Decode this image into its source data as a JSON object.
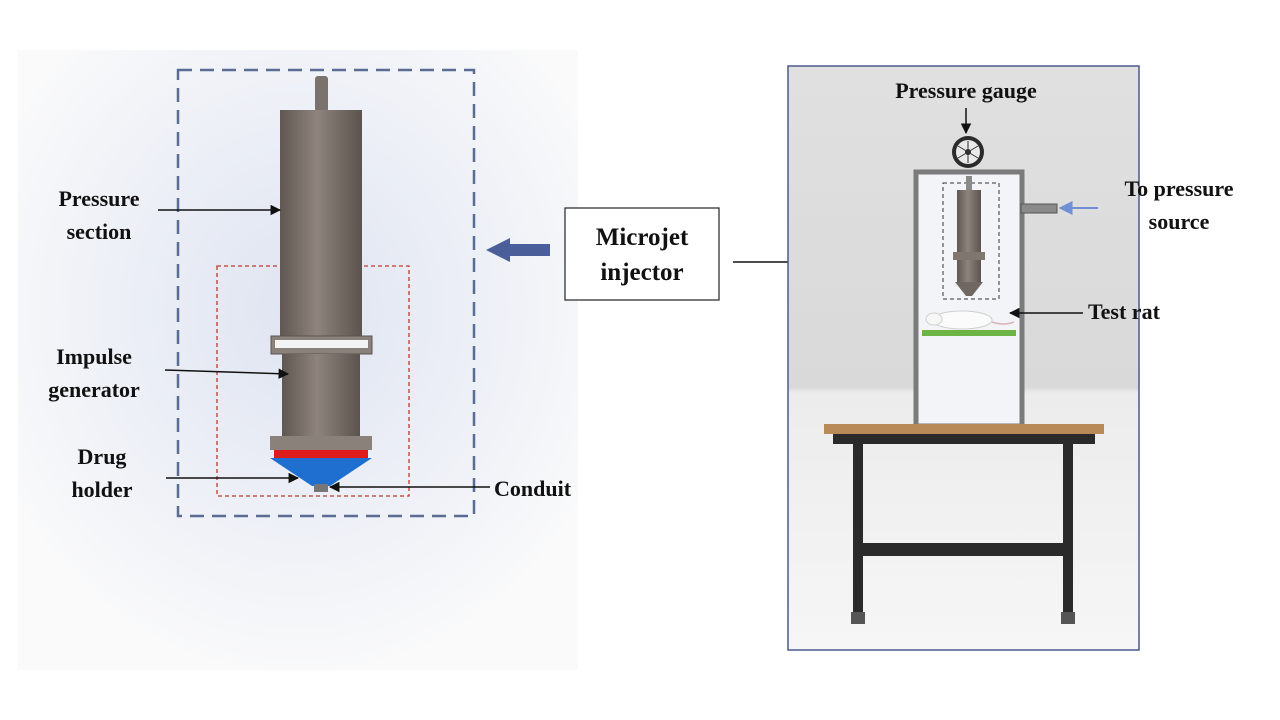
{
  "left": {
    "pressure_section": [
      "Pressure",
      "section"
    ],
    "impulse_generator": [
      "Impulse",
      "generator"
    ],
    "drug_holder": [
      "Drug",
      "holder"
    ],
    "conduit": "Conduit"
  },
  "center": {
    "microjet_injector": [
      "Microjet",
      "injector"
    ]
  },
  "right": {
    "pressure_gauge": "Pressure gauge",
    "to_pressure_source": [
      "To pressure",
      "source"
    ],
    "test_rat": "Test rat"
  },
  "colors": {
    "cylinder": "#7f7670",
    "dashed_blue": "#5a6b94",
    "dashed_red": "#c0392b",
    "red_band": "#e01b1b",
    "blue_cone": "#1f6fd1",
    "arrow_blue": "#4a5f99",
    "frame": "#4a5a8a",
    "table_top": "#b78a57",
    "table_leg": "#2a2a2a"
  }
}
